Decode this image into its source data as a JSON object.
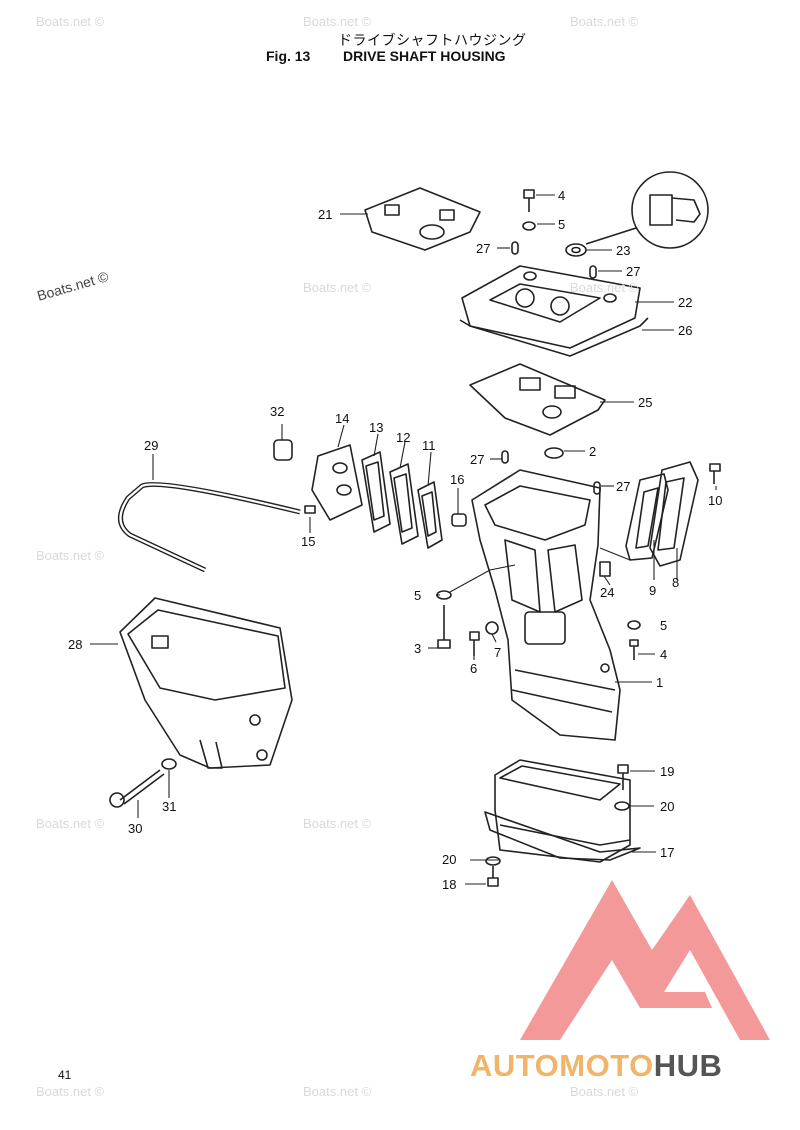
{
  "header": {
    "title_jp": "ドライブシャフトハウジング",
    "fig": "Fig. 13",
    "title": "DRIVE SHAFT HOUSING"
  },
  "watermark": "Boats.net ©",
  "page_number": "41",
  "brand": {
    "part_a": "AUTOMOTO",
    "part_b": "HUB",
    "colors": {
      "part_a": "#f0b46a",
      "part_b": "#555555",
      "logo": "#f08080"
    }
  },
  "callouts": [
    "1",
    "2",
    "3",
    "4",
    "5",
    "6",
    "7",
    "8",
    "9",
    "10",
    "11",
    "12",
    "13",
    "14",
    "15",
    "16",
    "17",
    "18",
    "19",
    "20",
    "21",
    "22",
    "23",
    "24",
    "25",
    "26",
    "27",
    "28",
    "29",
    "30",
    "31",
    "32"
  ]
}
